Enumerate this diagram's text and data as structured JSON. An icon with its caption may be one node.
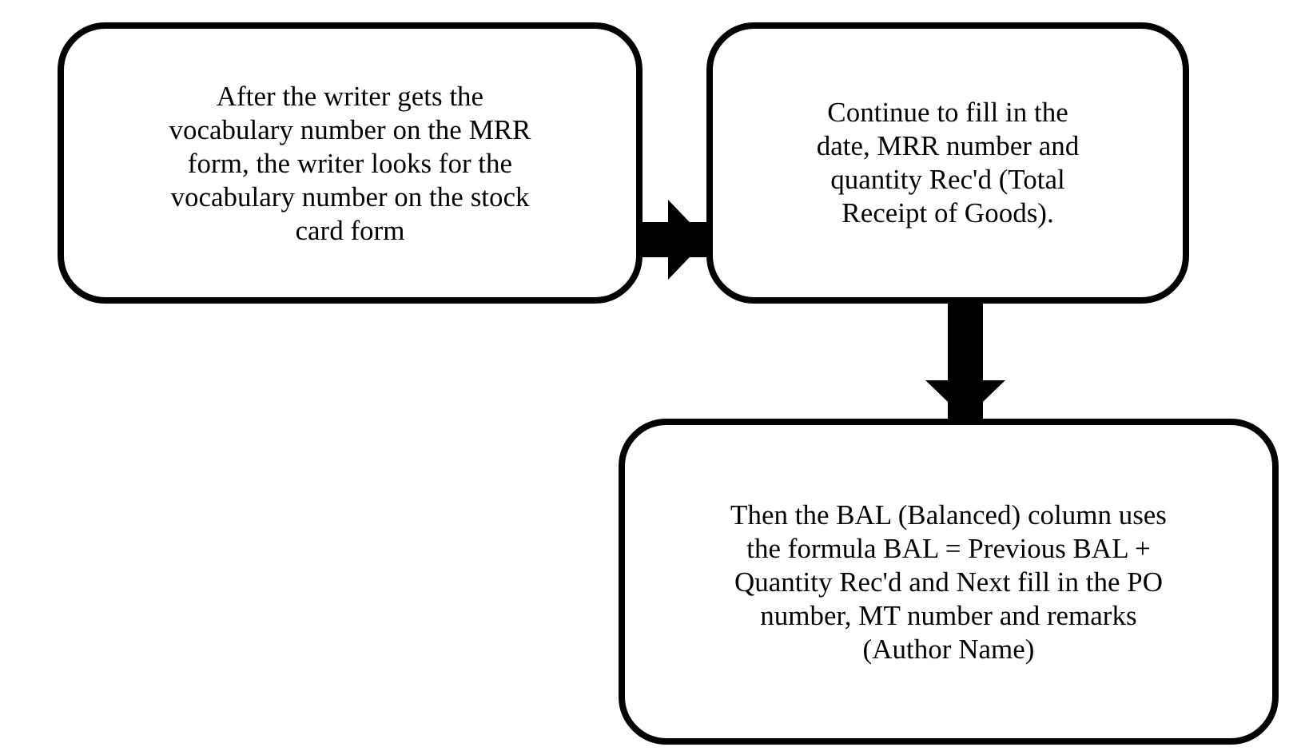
{
  "diagram": {
    "nodes": [
      {
        "text": [
          "After the writer gets the vocabulary number on the MRR form, the writer looks for the vocabulary number on the stock card form"
        ]
      },
      {
        "text": [
          "Continue to fill in the date, MRR number and quantity Rec'd (Total Receipt of Goods)."
        ]
      },
      {
        "text": [
          "Then the BAL (Balanced) column uses the formula BAL = Previous BAL + Quantity Rec'd and Next fill in the PO number, MT number and remarks (Author Name)"
        ]
      }
    ],
    "edges": [
      {
        "from": 0,
        "to": 1,
        "arrow": "to"
      },
      {
        "from": 1,
        "to": 2,
        "arrow": "to"
      }
    ]
  }
}
